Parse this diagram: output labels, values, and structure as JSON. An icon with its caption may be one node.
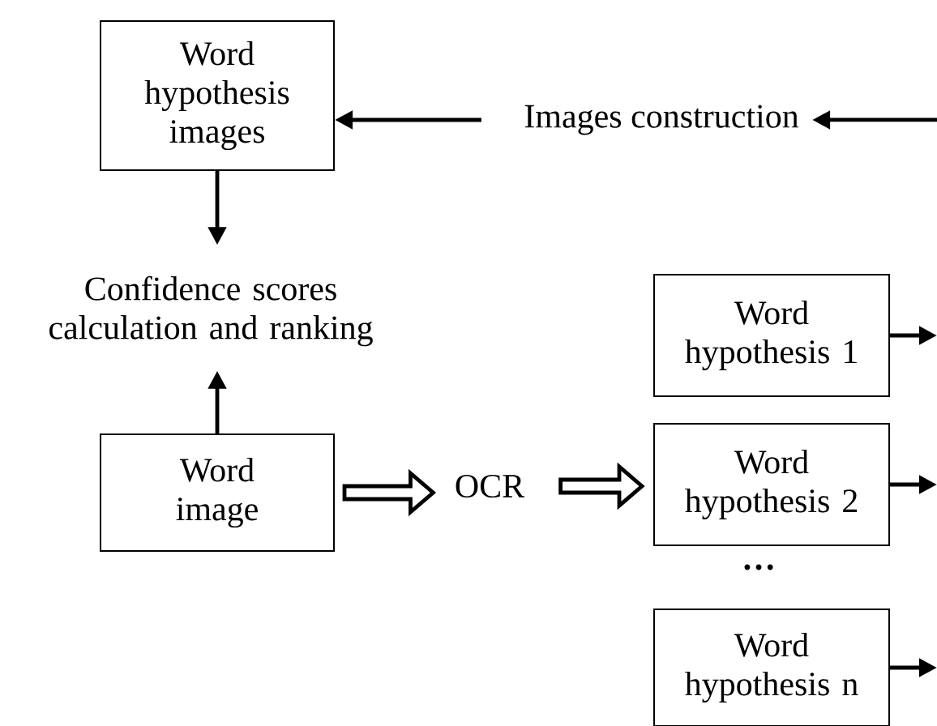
{
  "diagram": {
    "nodes": [
      {
        "text": [
          "Word hypothesis images"
        ]
      },
      {
        "text": [
          "Images construction"
        ]
      },
      {
        "text": [
          "Confidence scores calculation and ranking"
        ]
      },
      {
        "text": [
          "Word image"
        ]
      },
      {
        "text": [
          "OCR"
        ]
      },
      {
        "text": [
          "Word hypothesis 1"
        ]
      },
      {
        "text": [
          "Word hypothesis 2"
        ]
      },
      {
        "text": [
          "Word hypothesis n"
        ]
      }
    ],
    "edges": [
      {
        "from": null,
        "to": 1,
        "arrow": "to"
      },
      {
        "from": 1,
        "to": 0,
        "arrow": "to"
      },
      {
        "from": 0,
        "to": 2,
        "arrow": "to"
      },
      {
        "from": 3,
        "to": 2,
        "arrow": "to"
      },
      {
        "from": 3,
        "to": 4,
        "arrow": "to",
        "style": "thick"
      },
      {
        "from": 4,
        "to": 6,
        "arrow": "to",
        "style": "thick"
      },
      {
        "from": 5,
        "to": null,
        "arrow": "to"
      },
      {
        "from": 6,
        "to": null,
        "arrow": "to"
      },
      {
        "from": 7,
        "to": null,
        "arrow": "to"
      }
    ],
    "labels": [
      "…"
    ]
  }
}
